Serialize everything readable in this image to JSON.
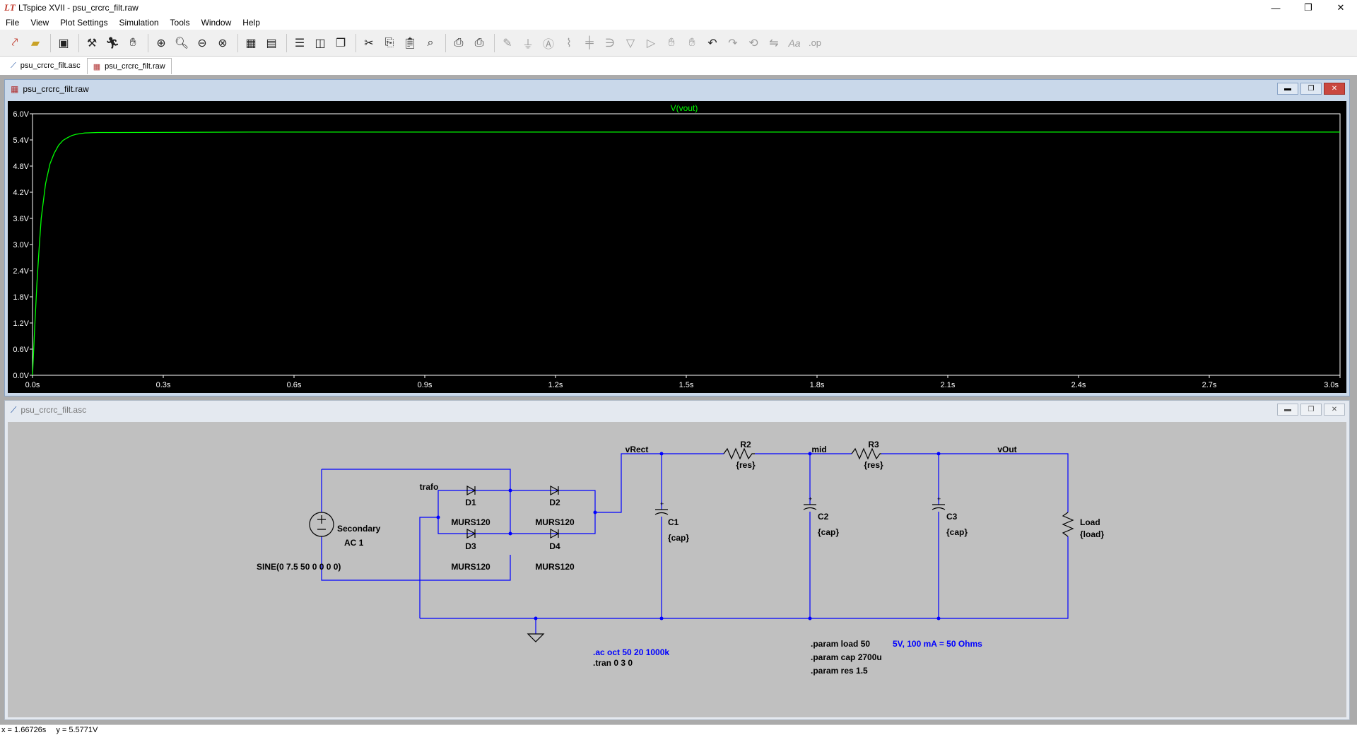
{
  "window": {
    "title": "LTspice XVII - psu_crcrc_filt.raw",
    "controls": [
      "—",
      "❐",
      "✕"
    ]
  },
  "menu": [
    "File",
    "View",
    "Plot Settings",
    "Simulation",
    "Tools",
    "Window",
    "Help"
  ],
  "toolbar": {
    "buttons": [
      "open-schematic",
      "open-file",
      "save",
      "control-panel",
      "run",
      "halt",
      "zoom-in",
      "zoom-area",
      "zoom-out",
      "zoom-fit",
      "autorange",
      "tile-horizontal",
      "tile-vertical",
      "cascade",
      "cut",
      "copy",
      "paste",
      "find",
      "print",
      "print-preview",
      "draw-wire",
      "ground",
      "label-net",
      "resistor",
      "capacitor",
      "inductor",
      "diode",
      "component",
      "move",
      "drag",
      "undo",
      "redo",
      "rotate",
      "mirror",
      "text",
      "spice-directive"
    ]
  },
  "tabs": [
    {
      "label": "psu_crcrc_filt.asc",
      "icon": "schematic-icon"
    },
    {
      "label": "psu_crcrc_filt.raw",
      "icon": "waveform-icon"
    }
  ],
  "waveform": {
    "window_title": "psu_crcrc_filt.raw",
    "trace_name": "V(vout)",
    "colors": {
      "trace": "#00ff00",
      "axis": "#ffffff",
      "background": "#000000"
    }
  },
  "chart_data": {
    "type": "line",
    "title": "V(vout)",
    "xlabel": "",
    "ylabel": "",
    "xlim": [
      0,
      3.0
    ],
    "ylim": [
      0,
      6.0
    ],
    "x_ticks": [
      "0.0s",
      "0.3s",
      "0.6s",
      "0.9s",
      "1.2s",
      "1.5s",
      "1.8s",
      "2.1s",
      "2.4s",
      "2.7s",
      "3.0s"
    ],
    "y_ticks": [
      "0.0V",
      "0.6V",
      "1.2V",
      "1.8V",
      "2.4V",
      "3.0V",
      "3.6V",
      "4.2V",
      "4.8V",
      "5.4V",
      "6.0V"
    ],
    "series": [
      {
        "name": "V(vout)",
        "x": [
          0,
          0.005,
          0.01,
          0.015,
          0.02,
          0.03,
          0.04,
          0.05,
          0.06,
          0.07,
          0.08,
          0.09,
          0.1,
          0.12,
          0.15,
          0.2,
          0.5,
          1.0,
          1.5,
          2.0,
          2.5,
          3.0
        ],
        "y": [
          0,
          1.1,
          2.1,
          2.9,
          3.6,
          4.4,
          4.85,
          5.1,
          5.28,
          5.39,
          5.45,
          5.5,
          5.53,
          5.56,
          5.57,
          5.57,
          5.58,
          5.58,
          5.58,
          5.58,
          5.58,
          5.58
        ]
      }
    ]
  },
  "schematic": {
    "window_title": "psu_crcrc_filt.asc",
    "net_labels": {
      "trafo": "trafo",
      "vrect": "vRect",
      "mid": "mid",
      "vout": "vOut"
    },
    "source": {
      "name": "Secondary",
      "value": "AC 1",
      "spec": "SINE(0 7.5 50 0 0 0 0)"
    },
    "diodes": [
      {
        "name": "D1",
        "model": "MURS120"
      },
      {
        "name": "D2",
        "model": "MURS120"
      },
      {
        "name": "D3",
        "model": "MURS120"
      },
      {
        "name": "D4",
        "model": "MURS120"
      }
    ],
    "resistors": [
      {
        "name": "R2",
        "value": "{res}"
      },
      {
        "name": "R3",
        "value": "{res}"
      },
      {
        "name": "Load",
        "value": "{load}"
      }
    ],
    "capacitors": [
      {
        "name": "C1",
        "value": "{cap}"
      },
      {
        "name": "C2",
        "value": "{cap}"
      },
      {
        "name": "C3",
        "value": "{cap}"
      }
    ],
    "directives_left": [
      ".ac oct 50 20 1000k",
      ".tran 0 3 0"
    ],
    "directives_right": [
      ".param load 50",
      ".param cap 2700u",
      ".param res 1.5"
    ],
    "comment": "5V, 100 mA = 50 Ohms",
    "colors": {
      "wire": "#0000ff",
      "background": "#c0c0c0",
      "comment": "#0000ff"
    }
  },
  "status": {
    "x": "x = 1.66726s",
    "y": "y = 5.5771V"
  }
}
